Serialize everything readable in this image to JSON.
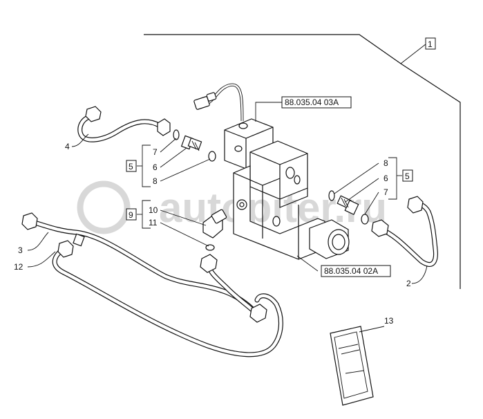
{
  "watermark": "autopiter.ru",
  "refs": {
    "upper_block": "88.035.04 03A",
    "lower_block": "88.035.04 02A"
  },
  "callouts": {
    "c1": "1",
    "c2": "2",
    "c3": "3",
    "c4": "4",
    "c5_left": "5",
    "c5_right": "5",
    "c6_left": "6",
    "c6_right": "6",
    "c7_left": "7",
    "c7_right": "7",
    "c8_left": "8",
    "c8_right_top": "8",
    "c9": "9",
    "c10": "10",
    "c11": "11",
    "c12": "12",
    "c13": "13"
  },
  "colors": {
    "line": "#111111",
    "watermark": "#d8d8d8"
  }
}
